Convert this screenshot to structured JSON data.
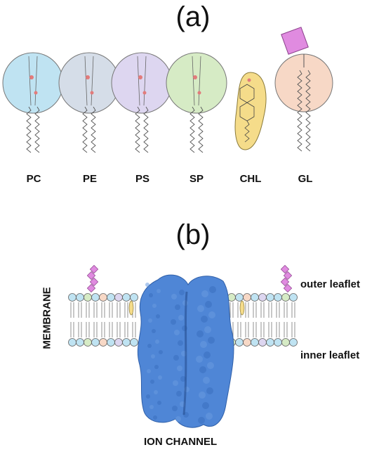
{
  "panel_a": {
    "label": "(a)",
    "lipids": [
      {
        "code": "PC",
        "color": "#bfe3f2"
      },
      {
        "code": "PE",
        "color": "#d5dde8"
      },
      {
        "code": "PS",
        "color": "#ddd6f0"
      },
      {
        "code": "SP",
        "color": "#d6ebc5"
      },
      {
        "code": "CHL",
        "color": "#f5dc8a"
      },
      {
        "code": "GL",
        "color": "#f7d8c6"
      }
    ],
    "sugar_color": "#e08be0"
  },
  "panel_b": {
    "label": "(b)",
    "membrane_label": "MEMBRANE",
    "outer_leaflet_label": "outer leaflet",
    "inner_leaflet_label": "inner leaflet",
    "channel_label": "ION CHANNEL",
    "channel_color": "#4f86d6"
  }
}
